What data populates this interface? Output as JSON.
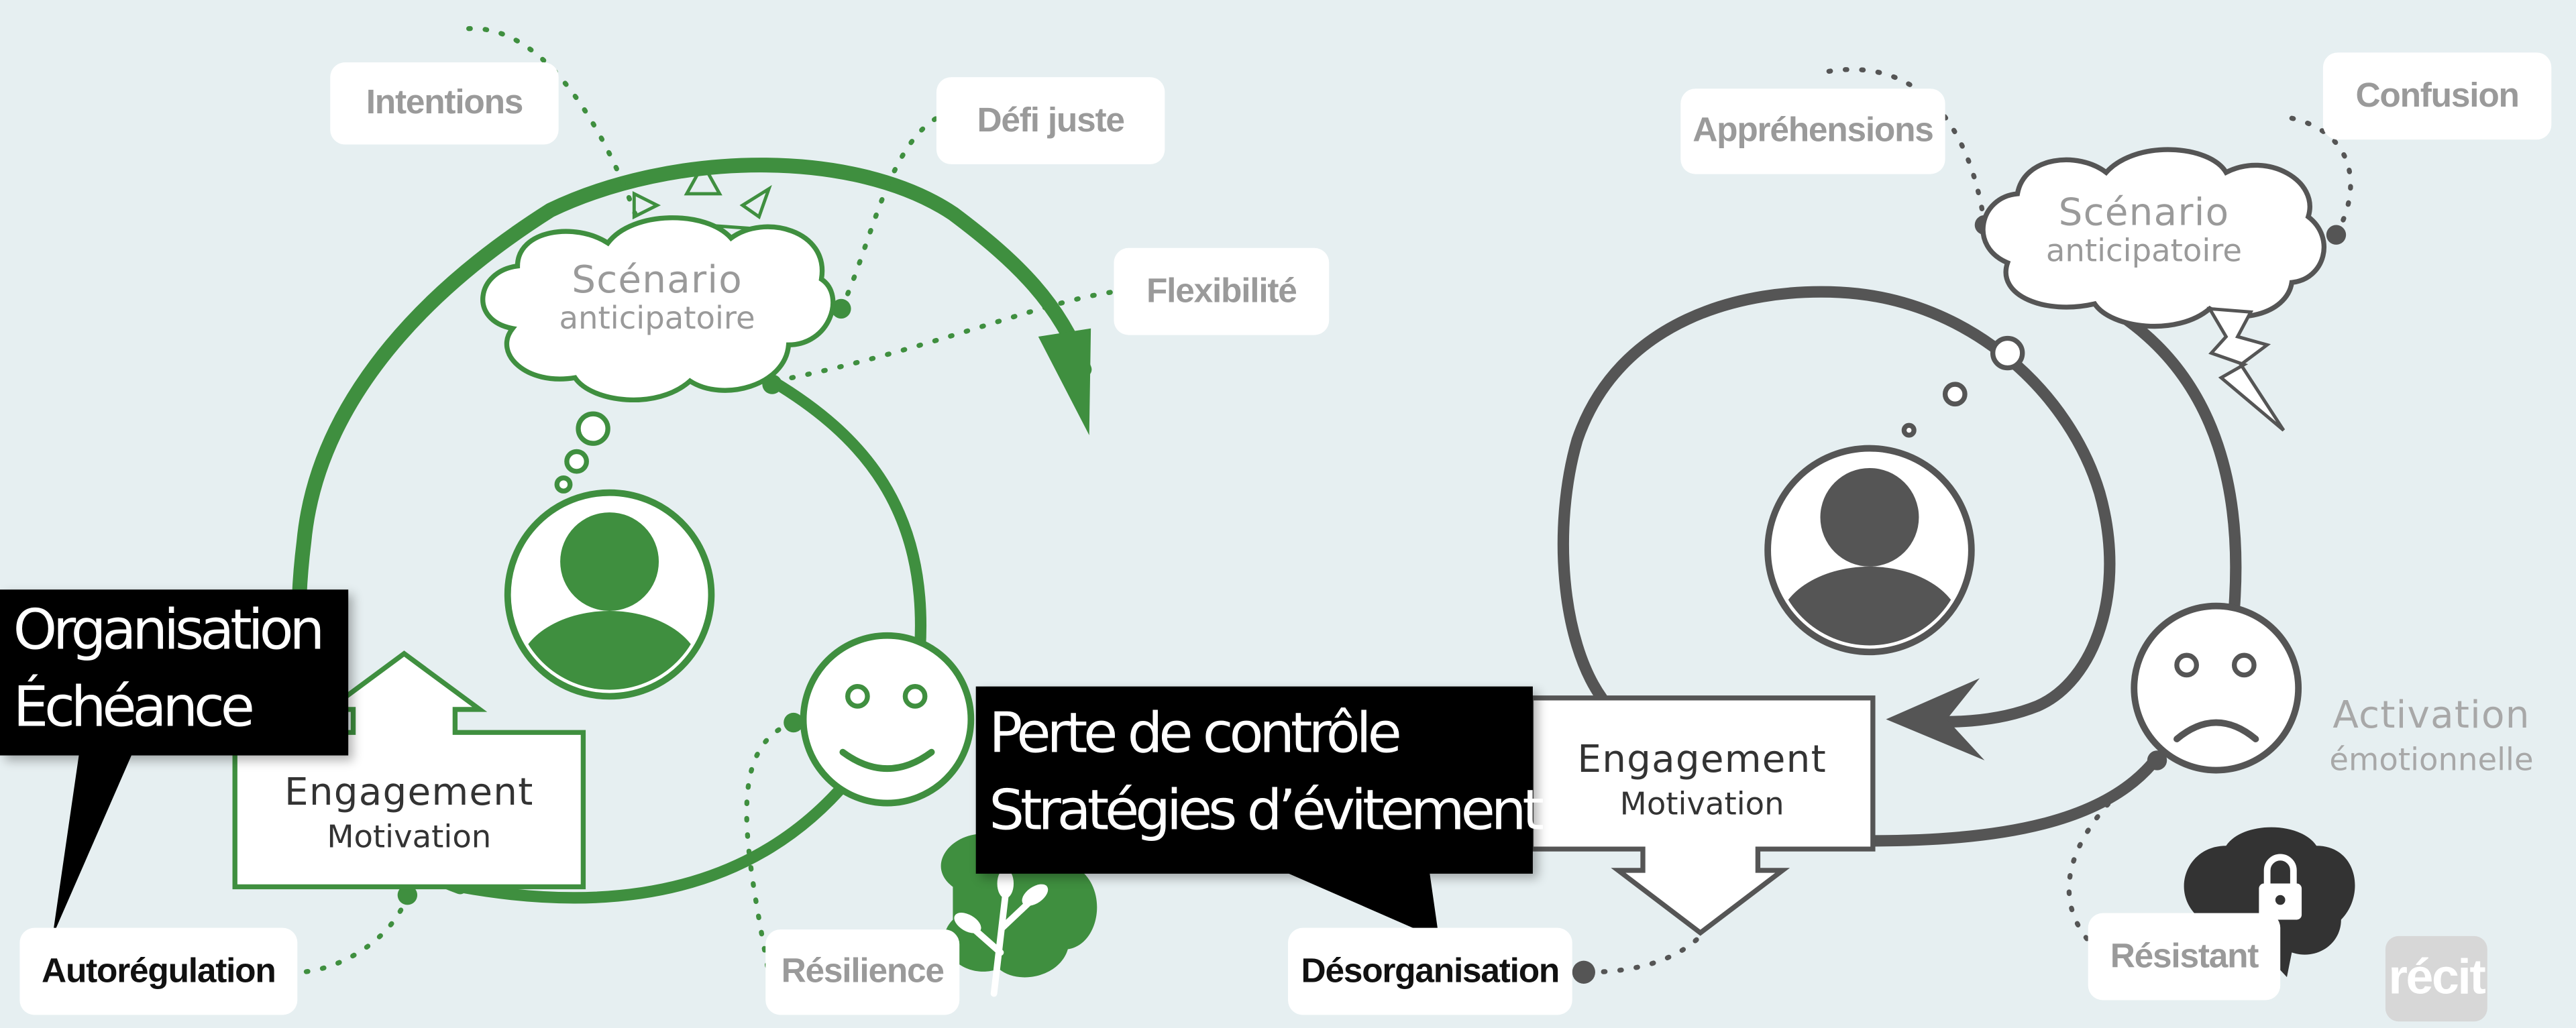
{
  "left": {
    "tags": {
      "intentions": "Intentions",
      "defi": "Défi juste",
      "flexibilite": "Flexibilité",
      "resilience": "Résilience",
      "autoregulation": "Autorégulation"
    },
    "cloud": {
      "line1": "Scénario",
      "line2": "anticipatoire"
    },
    "box": {
      "line1": "Engagement",
      "line2": "Motivation"
    },
    "callout": {
      "line1": "Organisation",
      "line2": "Échéance"
    }
  },
  "right": {
    "tags": {
      "apprehensions": "Appréhensions",
      "confusion": "Confusion",
      "resistant": "Résistant",
      "desorganisation": "Désorganisation"
    },
    "cloud": {
      "line1": "Scénario",
      "line2": "anticipatoire"
    },
    "box": {
      "line1": "Engagement",
      "line2": "Motivation"
    },
    "callout": {
      "line1": "Perte de contrôle",
      "line2": "Stratégies d’évitement"
    },
    "activation": {
      "line1": "Activation",
      "line2": "émotionnelle"
    }
  },
  "logo": {
    "text": "récit"
  },
  "colors": {
    "green": "#3f8f3f",
    "grey": "#555555",
    "background": "#e6eff1"
  },
  "icons": [
    "person-icon",
    "smiley-icon",
    "sad-face-icon",
    "plant-icon",
    "brain-lock-icon",
    "lightning-icon",
    "sparkle-icon"
  ]
}
